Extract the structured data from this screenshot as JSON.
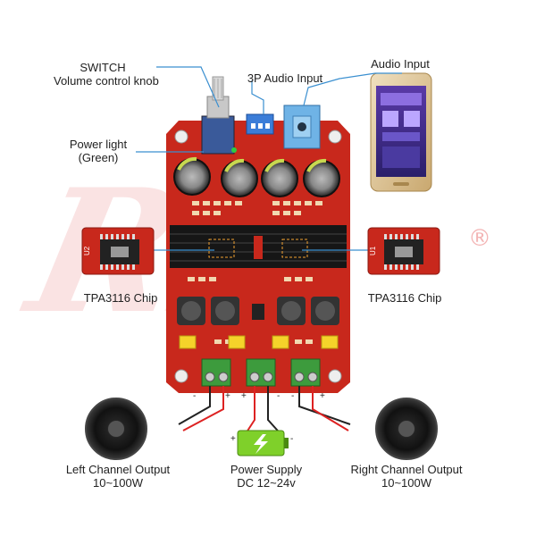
{
  "labels": {
    "switch": "SWITCH",
    "volume_knob": "Volume control knob",
    "audio_3p": "3P Audio Input",
    "audio_input": "Audio Input",
    "power_light": "Power light",
    "power_light_color": "(Green)",
    "chip_left": "TPA3116 Chip",
    "chip_right": "TPA3116 Chip",
    "left_output": "Left Channel Output",
    "left_power": "10~100W",
    "power_supply": "Power Supply",
    "power_range": "DC 12~24v",
    "right_output": "Right Channel Output",
    "right_power": "10~100W"
  },
  "chip_marks": {
    "left": "U2",
    "right": "U1"
  },
  "terminal_marks": {
    "minus": "-",
    "plus": "+"
  },
  "colors": {
    "pcb": "#c8281c",
    "leader_line": "#3a8fd0",
    "terminal": "#3d9b3d",
    "phone_gold": "#d9c39a",
    "battery": "#7fd02a"
  },
  "watermark": "Rm",
  "registered_mark": "®"
}
